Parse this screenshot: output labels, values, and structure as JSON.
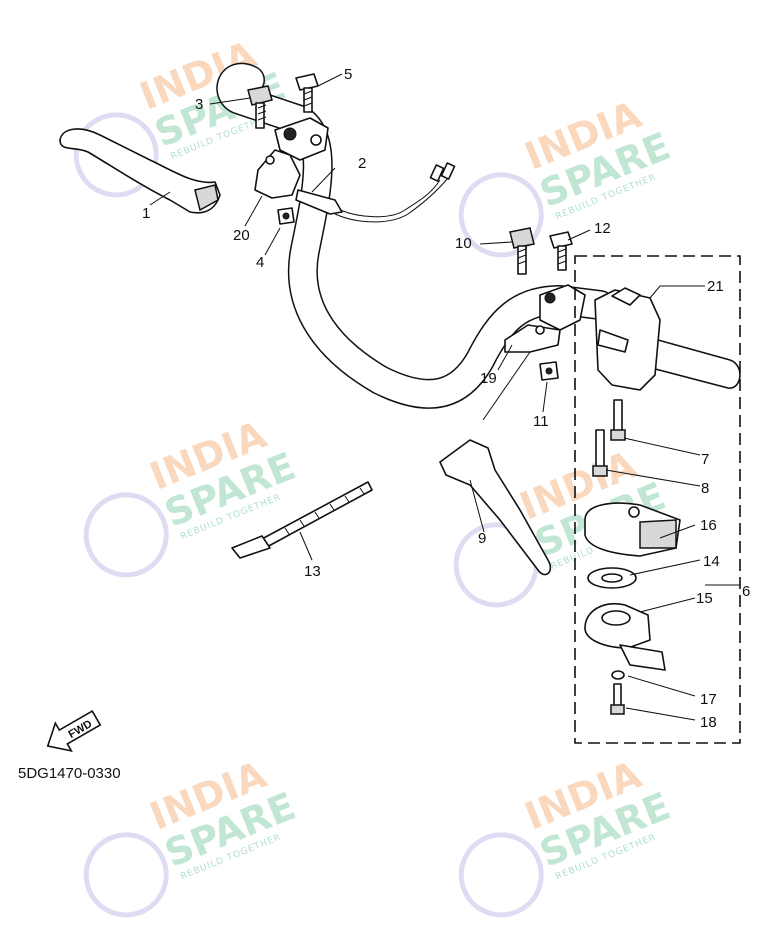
{
  "diagram": {
    "code": "5DG1470-0330",
    "fwd_label": "FWD",
    "callouts": [
      "1",
      "2",
      "3",
      "4",
      "5",
      "6",
      "7",
      "8",
      "9",
      "10",
      "11",
      "12",
      "13",
      "14",
      "15",
      "16",
      "17",
      "18",
      "19",
      "20",
      "21"
    ]
  },
  "watermark": {
    "line1": "INDIA",
    "line2": "SPARE",
    "tagline": "REBUILD TOGETHER"
  },
  "colors": {
    "line": "#111111",
    "watermark_orange": "#f7b98a",
    "watermark_green": "#8fd3b0",
    "watermark_purple": "#c9c3ea"
  }
}
